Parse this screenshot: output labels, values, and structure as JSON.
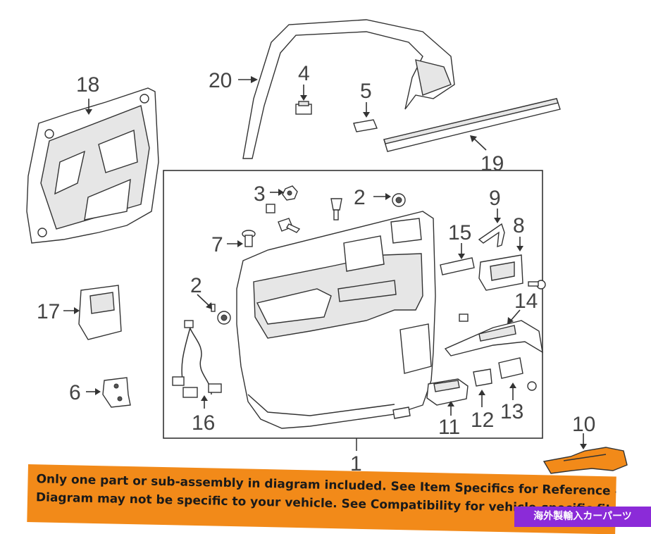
{
  "diagram": {
    "callouts": {
      "c1": "1",
      "c2a": "2",
      "c2b": "2",
      "c3": "3",
      "c4": "4",
      "c5": "5",
      "c6": "6",
      "c7": "7",
      "c8": "8",
      "c9": "9",
      "c10": "10",
      "c11": "11",
      "c12": "12",
      "c13": "13",
      "c14": "14",
      "c15": "15",
      "c16": "16",
      "c17": "17",
      "c18": "18",
      "c19": "19",
      "c20": "20"
    }
  },
  "disclaimer": {
    "line1": "Only one part or sub-assembly in diagram included. See Item Specifics for Reference #.",
    "line2": "Diagram may not be specific to your vehicle. See Compatibility for vehicle-specific fitment."
  },
  "badge": {
    "text": "海外製輸入カーパーツ"
  },
  "colors": {
    "banner": "#f28a19",
    "badge": "#8b2bd8",
    "highlight_part": "#f28a19"
  }
}
